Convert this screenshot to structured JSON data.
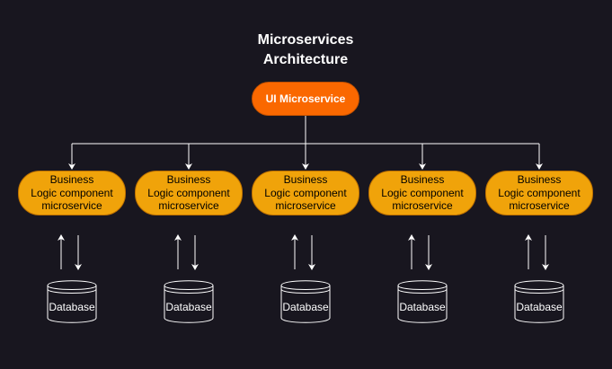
{
  "diagram": {
    "title_lines": [
      "Microservices",
      "Architecture"
    ],
    "ui_service_label": "UI Microservice",
    "business_services": [
      {
        "lines": [
          "Business",
          "Logic component",
          "microservice"
        ],
        "database_label": "Database"
      },
      {
        "lines": [
          "Business",
          "Logic component",
          "microservice"
        ],
        "database_label": "Database"
      },
      {
        "lines": [
          "Business",
          "Logic component",
          "microservice"
        ],
        "database_label": "Database"
      },
      {
        "lines": [
          "Business",
          "Logic component",
          "microservice"
        ],
        "database_label": "Database"
      },
      {
        "lines": [
          "Business",
          "Logic component",
          "microservice"
        ],
        "database_label": "Database"
      }
    ]
  },
  "colors": {
    "background": "#18161f",
    "ui_service_fill": "#fa6800",
    "business_fill": "#f0a30a",
    "connector": "#ffffff"
  }
}
